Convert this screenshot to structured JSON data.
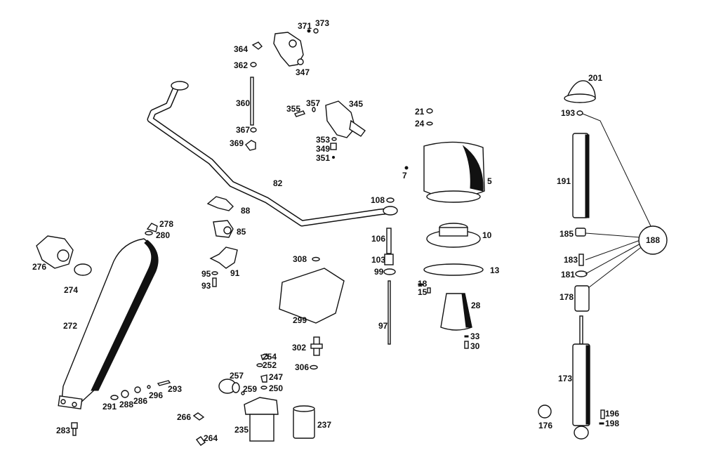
{
  "diagram": {
    "title": "Front suspension / hydropneumatic level control exploded parts diagram",
    "callout_hub": "188",
    "labels": {
      "l371": "371",
      "l373": "373",
      "l364": "364",
      "l362": "362",
      "l347": "347",
      "l360": "360",
      "l355": "355",
      "l357": "357",
      "l345": "345",
      "l367": "367",
      "l369": "369",
      "l353": "353",
      "l349": "349",
      "l351": "351",
      "l82": "82",
      "l88": "88",
      "l85": "85",
      "l91": "91",
      "l95": "95",
      "l93": "93",
      "l108": "108",
      "l106": "106",
      "l103": "103",
      "l99": "99",
      "l97": "97",
      "l21": "21",
      "l24": "24",
      "l7": "7",
      "l5": "5",
      "l10": "10",
      "l13": "13",
      "l18": "18",
      "l15": "15",
      "l28": "28",
      "l33": "33",
      "l30": "30",
      "l201": "201",
      "l193": "193",
      "l191": "191",
      "l185": "185",
      "l188": "188",
      "l183": "183",
      "l181": "181",
      "l178": "178",
      "l173": "173",
      "l176": "176",
      "l196": "196",
      "l198": "198",
      "l308": "308",
      "l299": "299",
      "l302": "302",
      "l306": "306",
      "l278": "278",
      "l280": "280",
      "l276": "276",
      "l274": "274",
      "l272": "272",
      "l283": "283",
      "l291": "291",
      "l288": "288",
      "l286": "286",
      "l296": "296",
      "l293": "293",
      "l254": "254",
      "l252": "252",
      "l257": "257",
      "l247": "247",
      "l259": "259",
      "l250": "250",
      "l266": "266",
      "l264": "264",
      "l235": "235",
      "l237": "237"
    }
  }
}
